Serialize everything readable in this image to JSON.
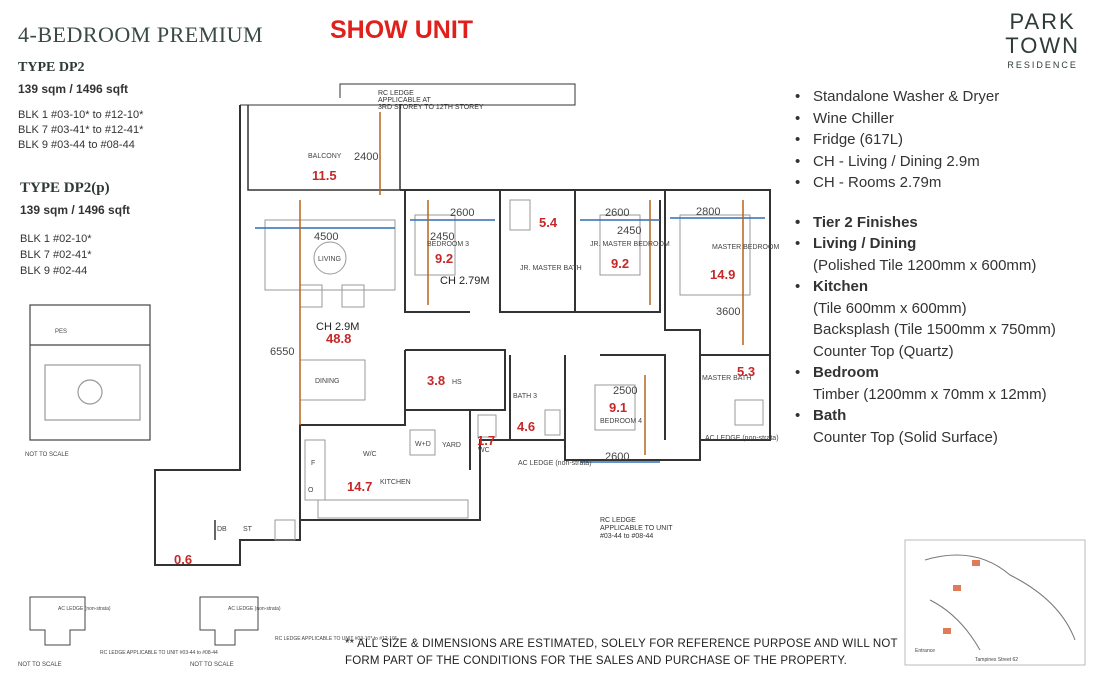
{
  "header": {
    "title": "4-BEDROOM PREMIUM",
    "show_unit": "SHOW UNIT",
    "logo": {
      "line1": "PARK",
      "line2": "TOWN",
      "line3": "RESIDENCE"
    }
  },
  "types": [
    {
      "name": "TYPE DP2",
      "size": "139 sqm / 1496 sqft",
      "blocks": [
        "BLK 1 #03-10* to #12-10*",
        "BLK 7 #03-41* to #12-41*",
        "BLK 9 #03-44 to #08-44"
      ]
    },
    {
      "name": "TYPE DP2(p)",
      "size": "139 sqm / 1496 sqft",
      "blocks": [
        "BLK 1 #02-10*",
        "BLK 7 #02-41*",
        "BLK 9 #02-44"
      ]
    }
  ],
  "features": {
    "appliances": [
      "Standalone Washer & Dryer",
      "Wine Chiller",
      "Fridge (617L)",
      "CH - Living / Dining 2.9m",
      "CH - Rooms 2.79m"
    ],
    "finishes": [
      {
        "head": "Tier 2 Finishes",
        "lines": []
      },
      {
        "head": "Living / Dining",
        "lines": [
          "(Polished Tile 1200mm x 600mm)"
        ]
      },
      {
        "head": "Kitchen",
        "lines": [
          "(Tile 600mm x 600mm)",
          "Backsplash (Tile 1500mm x 750mm)",
          "Counter Top (Quartz)"
        ]
      },
      {
        "head": "Bedroom",
        "lines": [
          "Timber (1200mm x 70mm x 12mm)"
        ]
      },
      {
        "head": "Bath",
        "lines": [
          "Counter Top (Solid Surface)"
        ]
      }
    ]
  },
  "plan": {
    "ledge_top": [
      "RC LEDGE",
      "APPLICABLE AT",
      "3RD STOREY TO 12TH STOREY"
    ],
    "ledge_bottom": [
      "RC LEDGE",
      "APPLICABLE TO UNIT",
      "#03-44 to #08-44"
    ],
    "rooms": {
      "balcony": "BALCONY",
      "living": "LIVING",
      "dining": "DINING",
      "bedroom3": "BEDROOM 3",
      "jr_master_bath": "JR. MASTER BATH",
      "jr_master_bedroom": "JR. MASTER BEDROOM",
      "master_bedroom": "MASTER BEDROOM",
      "master_bath": "MASTER BATH",
      "bath3": "BATH 3",
      "bedroom4": "BEDROOM 4",
      "kitchen": "KITCHEN",
      "yard": "YARD",
      "wc": "WC",
      "wd": "W+D",
      "wc_small": "W/C",
      "hs": "HS",
      "db": "DB",
      "st": "ST",
      "f": "F",
      "o": "O",
      "ac_ledge_ns": "AC LEDGE (non-strata)",
      "ac_ledge_ns2": "AC LEDGE (non-strata)"
    },
    "areas": {
      "balcony": "11.5",
      "living_dining": "48.8",
      "bedroom3": "9.2",
      "jr_bath": "5.4",
      "jr_bedroom": "9.2",
      "master_bedroom": "14.9",
      "master_bath": "5.3",
      "hs": "3.8",
      "bath3": "4.6",
      "bedroom4": "9.1",
      "wc": "1.7",
      "kitchen": "14.7",
      "db": "0.6"
    },
    "dims": {
      "balcony_h": "2400",
      "living_w": "4500",
      "dining_h": "6550",
      "bed3_w": "2600",
      "bed3_h": "2450",
      "jr_w": "2600",
      "jr_h": "2450",
      "master_w": "2800",
      "master_h": "3600",
      "bed4_w": "2600",
      "bed4_h": "2500"
    },
    "ceiling": {
      "rooms": "CH 2.79M",
      "living": "CH 2.9M"
    },
    "not_to_scale": "NOT TO SCALE",
    "pes": "PES"
  },
  "keyplan_labels": {
    "left": [
      "AC LEDGE (non-strata)",
      "RC LEDGE APPLICABLE TO UNIT #03-44 to #08-44"
    ],
    "mid": [
      "AC LEDGE (non-strata)",
      "RC LEDGE APPLICABLE TO UNIT #03-10* to #12-10*"
    ],
    "site_street": "Tampines Street 62",
    "site_entrance": "Entrance"
  },
  "footer_note": {
    "line1": "** ALL SIZE & DIMENSIONS ARE ESTIMATED, SOLELY FOR REFERENCE PURPOSE AND WILL NOT",
    "line2": "FORM PART OF THE CONDITIONS FOR THE SALES AND PURCHASE OF THE PROPERTY."
  },
  "colors": {
    "accent_red": "#e0201b",
    "area_red": "#c62828",
    "dim_orange": "#b5651d",
    "dim_blue": "#2f6fb5"
  }
}
